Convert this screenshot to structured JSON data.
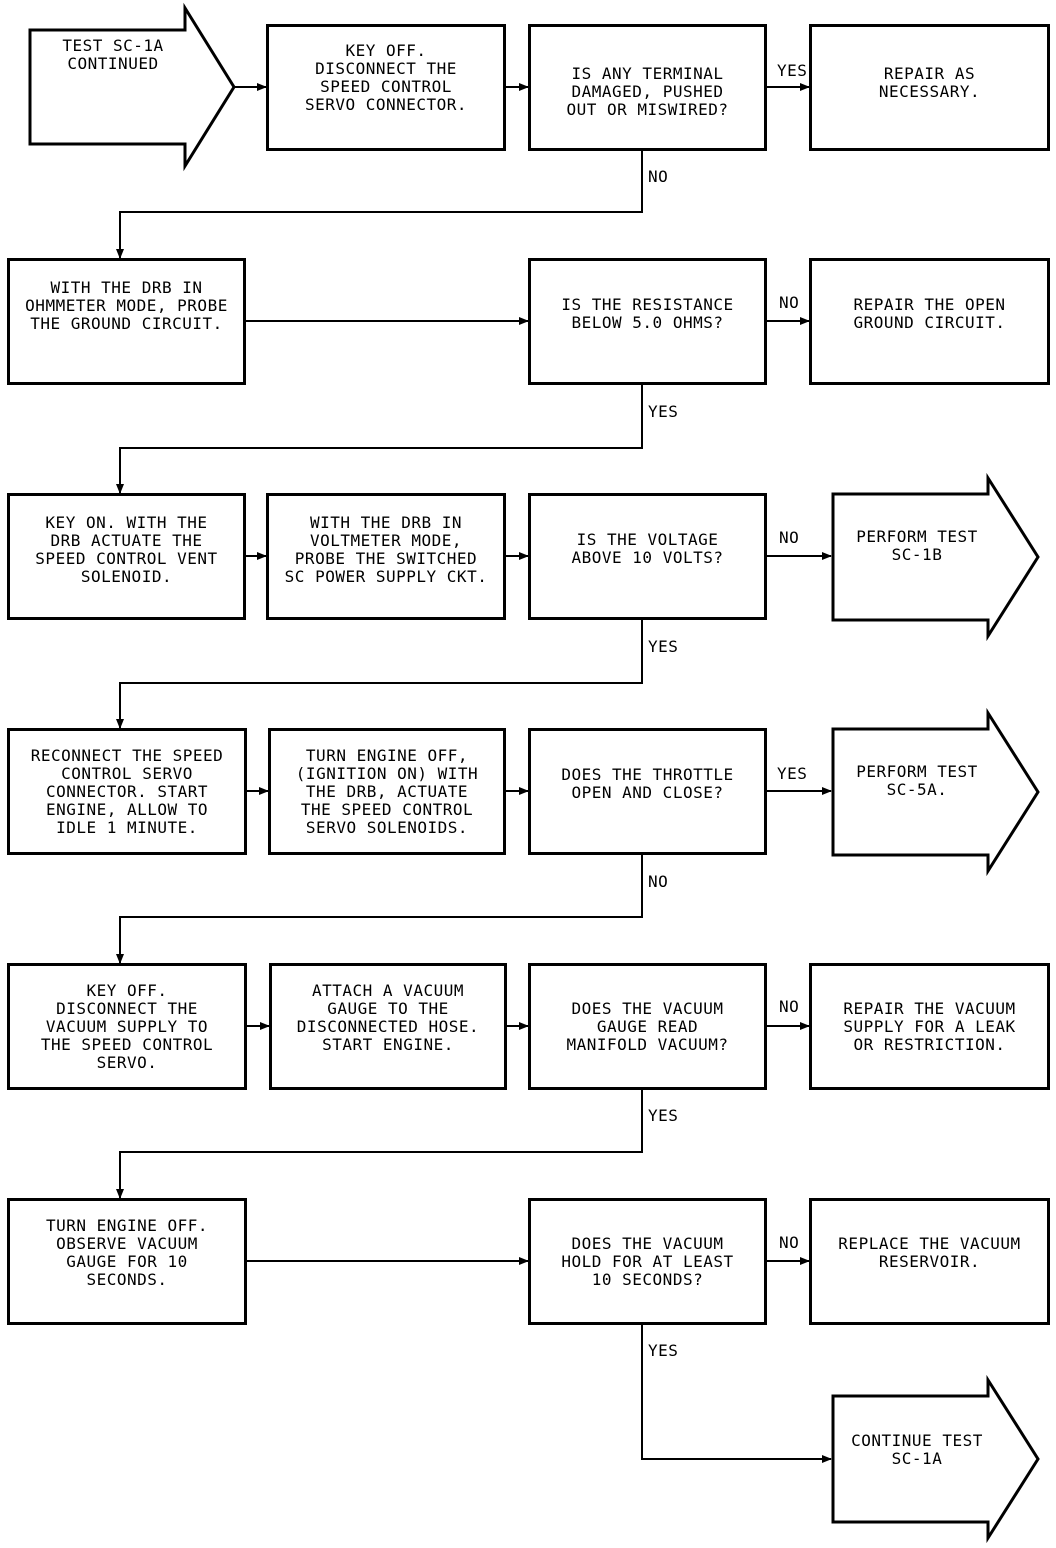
{
  "start": {
    "text": "TEST SC-1A\nCONTINUED"
  },
  "row1": {
    "step": "KEY OFF.\nDISCONNECT THE\nSPEED CONTROL\nSERVO CONNECTOR.",
    "question": "IS ANY TERMINAL\nDAMAGED, PUSHED\nOUT OR MISWIRED?",
    "yes_label": "YES",
    "yes_action": "REPAIR AS\nNECESSARY.",
    "no_label": "NO"
  },
  "row2": {
    "step": "WITH THE DRB IN\nOHMMETER MODE, PROBE\nTHE GROUND CIRCUIT.",
    "question": "IS THE RESISTANCE\nBELOW 5.0 OHMS?",
    "no_label": "NO",
    "no_action": "REPAIR THE OPEN\nGROUND CIRCUIT.",
    "yes_label": "YES"
  },
  "row3": {
    "step1": "KEY ON. WITH THE\nDRB ACTUATE THE\nSPEED CONTROL VENT\nSOLENOID.",
    "step2": "WITH THE DRB IN\nVOLTMETER MODE,\nPROBE THE SWITCHED\nSC POWER SUPPLY CKT.",
    "question": "IS THE VOLTAGE\nABOVE 10 VOLTS?",
    "no_label": "NO",
    "no_action": "PERFORM TEST\nSC-1B",
    "yes_label": "YES"
  },
  "row4": {
    "step1": "RECONNECT THE SPEED\nCONTROL SERVO\nCONNECTOR. START\nENGINE, ALLOW TO\nIDLE 1 MINUTE.",
    "step2": "TURN ENGINE OFF,\n(IGNITION ON) WITH\nTHE DRB, ACTUATE\nTHE SPEED CONTROL\nSERVO SOLENOIDS.",
    "question": "DOES THE THROTTLE\nOPEN AND CLOSE?",
    "yes_label": "YES",
    "yes_action": "PERFORM TEST\nSC-5A.",
    "no_label": "NO"
  },
  "row5": {
    "step1": "KEY OFF.\nDISCONNECT THE\nVACUUM SUPPLY TO\nTHE SPEED CONTROL\nSERVO.",
    "step2": "ATTACH A VACUUM\nGAUGE TO THE\nDISCONNECTED HOSE.\nSTART ENGINE.",
    "question": "DOES THE VACUUM\nGAUGE READ\nMANIFOLD VACUUM?",
    "no_label": "NO",
    "no_action": "REPAIR THE VACUUM\nSUPPLY FOR A LEAK\nOR RESTRICTION.",
    "yes_label": "YES"
  },
  "row6": {
    "step": "TURN ENGINE OFF.\nOBSERVE VACUUM\nGAUGE FOR 10\nSECONDS.",
    "question": "DOES THE VACUUM\nHOLD FOR AT LEAST\n10 SECONDS?",
    "no_label": "NO",
    "no_action": "REPLACE THE VACUUM\nRESERVOIR.",
    "yes_label": "YES"
  },
  "end": {
    "text": "CONTINUE TEST\nSC-1A"
  }
}
